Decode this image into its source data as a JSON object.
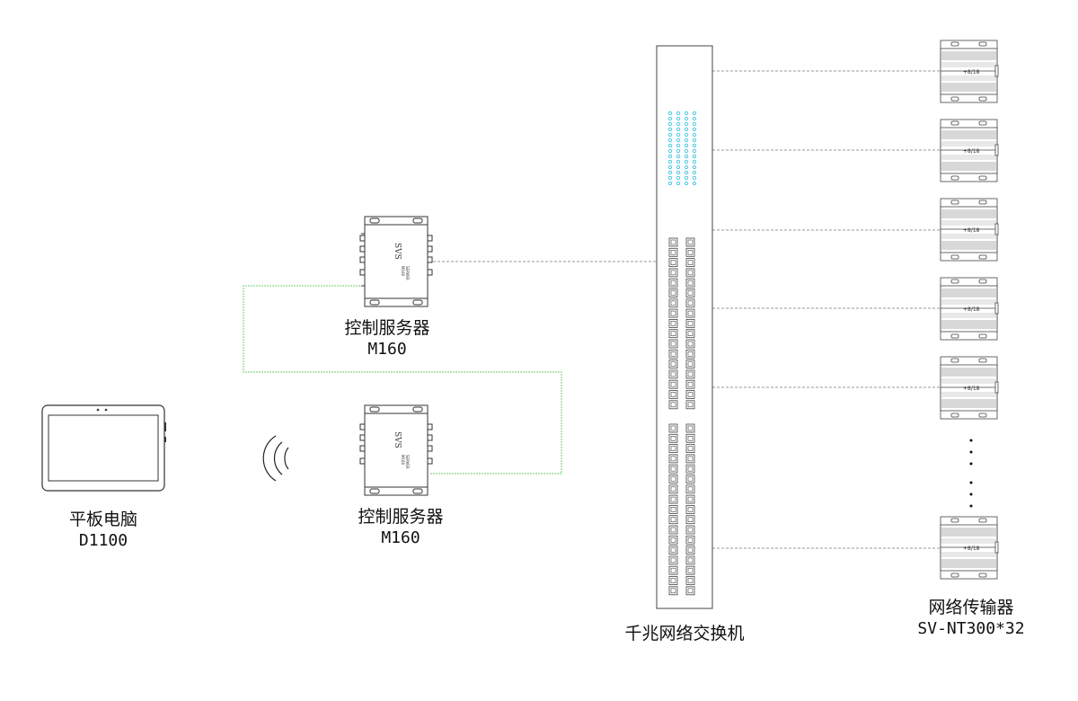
{
  "tablet": {
    "name": "平板电脑",
    "model": "D1100"
  },
  "server_top": {
    "name": "控制服务器",
    "model": "M160",
    "brand": "SVS",
    "sub1": "M160",
    "sub2": "SERVER"
  },
  "server_bottom": {
    "name": "控制服务器",
    "model": "M160",
    "brand": "SVS",
    "sub1": "M160",
    "sub2": "SERVER"
  },
  "switch": {
    "name": "千兆网络交换机"
  },
  "transmitters": {
    "name": "网络传输器",
    "model": "SV-NT300*32",
    "device_label": "+8/18",
    "visible_units": 6
  },
  "colors": {
    "ethernet": "#9a9a9a",
    "green_link": "#6bcf6b",
    "switch_led": "#2ec8e8",
    "line": "#333333"
  },
  "icons": [
    "tablet-icon",
    "wifi-signal-icon",
    "server-icon",
    "switch-icon",
    "transmitter-icon"
  ]
}
